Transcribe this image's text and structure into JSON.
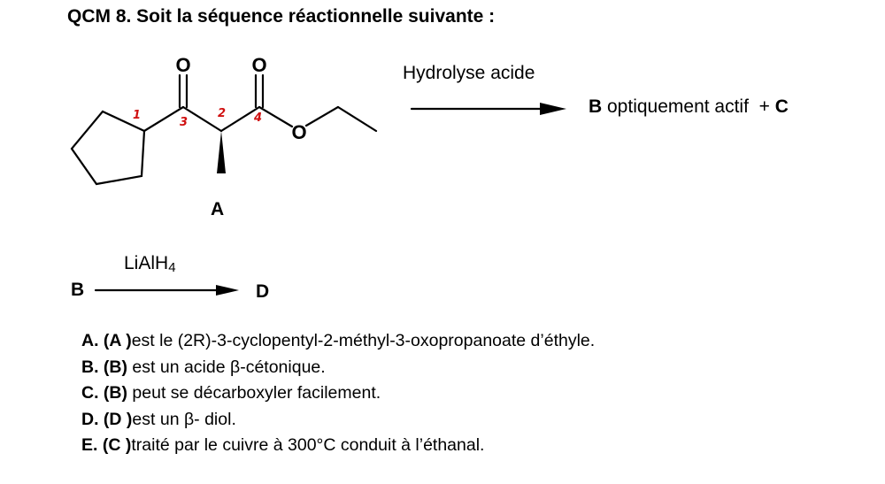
{
  "title": "QCM 8. Soit la séquence réactionnelle suivante :",
  "molecule": {
    "atom_o": "O",
    "label": "A",
    "annotations": [
      "1",
      "3",
      "2",
      "4"
    ],
    "annotation_color": "#d01010"
  },
  "reaction1": {
    "reagent": "Hydrolyse acide",
    "product_b": "B",
    "product_text": " optiquement actif  + ",
    "product_c": "C"
  },
  "reaction2": {
    "start": "B",
    "reagent_main": "LiAlH",
    "reagent_sub": "4",
    "end": "D"
  },
  "choices": [
    {
      "letter": "A.",
      "subject": "(A )",
      "text": "est le (2R)-3-cyclopentyl-2-méthyl-3-oxopropanoate d’éthyle."
    },
    {
      "letter": "B.",
      "subject": "(B)",
      "text": " est un acide β-cétonique."
    },
    {
      "letter": "C.",
      "subject": "(B)",
      "text": " peut se décarboxyler facilement."
    },
    {
      "letter": "D.",
      "subject": "(D )",
      "text": "est un β- diol."
    },
    {
      "letter": "E.",
      "subject": "(C )",
      "text": "traité par le cuivre à 300°C conduit à l’éthanal."
    }
  ]
}
